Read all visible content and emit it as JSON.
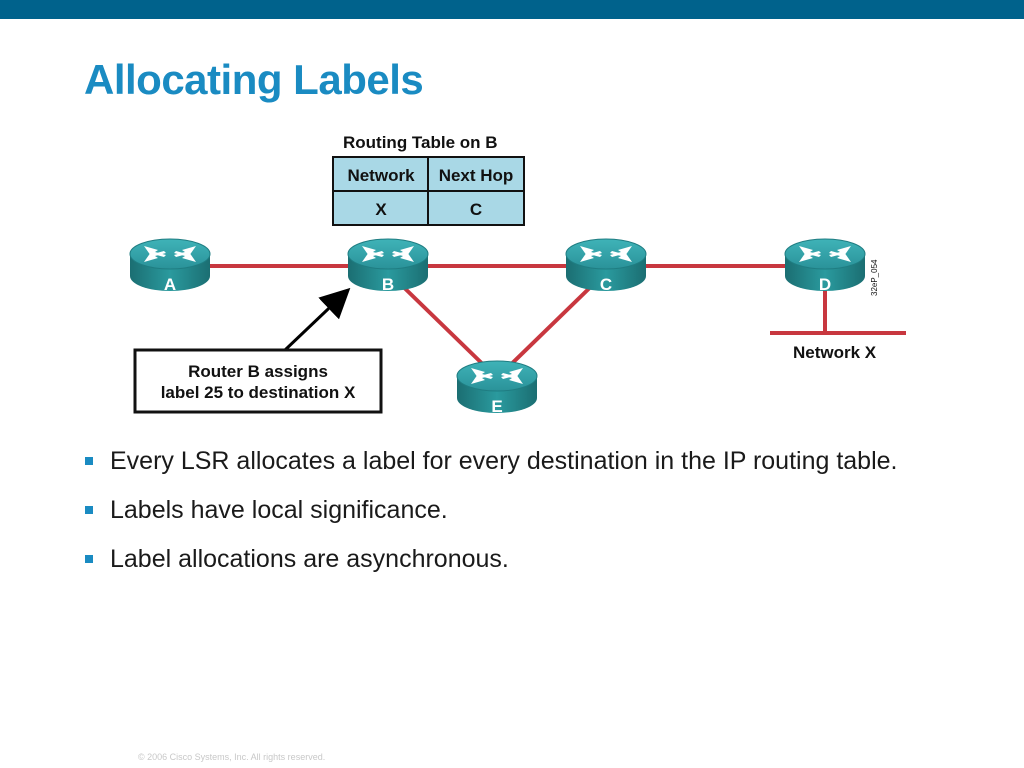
{
  "slide": {
    "title": "Allocating Labels",
    "copyright": "© 2006 Cisco Systems, Inc. All rights reserved.",
    "brand_color": "#00628c",
    "title_color": "#1a8bc2"
  },
  "diagram": {
    "table_title": "Routing Table on B",
    "table_headers": [
      "Network",
      "Next Hop"
    ],
    "table_row": [
      "X",
      "C"
    ],
    "routers": [
      "A",
      "B",
      "C",
      "D",
      "E"
    ],
    "callout_lines": [
      "Router B assigns",
      "label 25 to destination X"
    ],
    "network_label": "Network X",
    "figure_id": "32eP_054",
    "link_color": "#c8373f",
    "router_color": "#2a9a9e",
    "table_fill": "#a9d8e6"
  },
  "bullets": [
    "Every LSR allocates a label for every destination in the IP routing table.",
    "Labels have local significance.",
    "Label allocations are asynchronous."
  ]
}
